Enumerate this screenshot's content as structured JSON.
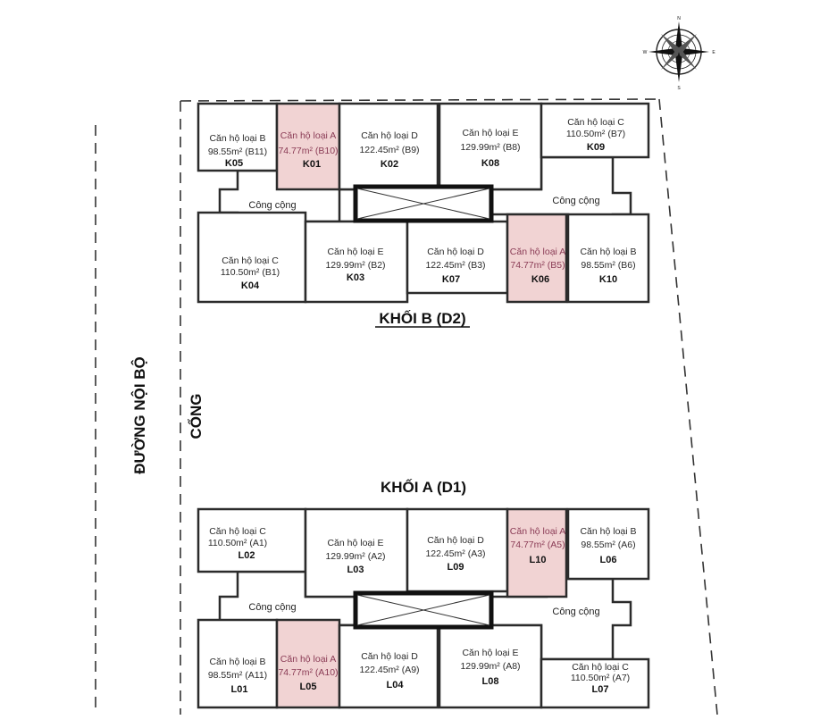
{
  "road_label": "ĐƯỜNG NỘI BỘ",
  "gate_label": "CỔNG",
  "compass": {
    "n": "N",
    "s": "S",
    "w": "W",
    "e": "E"
  },
  "blocks": {
    "b": {
      "title": "KHỐI B (D2)",
      "common_left": "Công cộng",
      "common_right": "Công cộng",
      "units": [
        {
          "code": "K05",
          "type": "Căn hộ loại B",
          "area": "98.55m² (B11)",
          "highlight": false
        },
        {
          "code": "K01",
          "type": "Căn hộ loại A",
          "area": "74.77m² (B10)",
          "highlight": true
        },
        {
          "code": "K02",
          "type": "Căn hộ loại D",
          "area": "122.45m² (B9)",
          "highlight": false
        },
        {
          "code": "K08",
          "type": "Căn hộ loại E",
          "area": "129.99m² (B8)",
          "highlight": false
        },
        {
          "code": "K09",
          "type": "Căn hộ loại C",
          "area": "110.50m² (B7)",
          "highlight": false
        },
        {
          "code": "K04",
          "type": "Căn hộ loại C",
          "area": "110.50m² (B1)",
          "highlight": false
        },
        {
          "code": "K03",
          "type": "Căn hộ loại E",
          "area": "129.99m² (B2)",
          "highlight": false
        },
        {
          "code": "K07",
          "type": "Căn hộ loại D",
          "area": "122.45m² (B3)",
          "highlight": false
        },
        {
          "code": "K06",
          "type": "Căn hộ loại A",
          "area": "74.77m² (B5)",
          "highlight": true
        },
        {
          "code": "K10",
          "type": "Căn hộ loại B",
          "area": "98.55m² (B6)",
          "highlight": false
        }
      ]
    },
    "a": {
      "title": "KHỐI A (D1)",
      "common_left": "Công cộng",
      "common_right": "Công cộng",
      "units": [
        {
          "code": "L02",
          "type": "Căn hộ loại C",
          "area": "110.50m² (A1)",
          "highlight": false
        },
        {
          "code": "L03",
          "type": "Căn hộ loại E",
          "area": "129.99m² (A2)",
          "highlight": false
        },
        {
          "code": "L09",
          "type": "Căn hộ loại D",
          "area": "122.45m² (A3)",
          "highlight": false
        },
        {
          "code": "L10",
          "type": "Căn hộ loại A",
          "area": "74.77m² (A5)",
          "highlight": true
        },
        {
          "code": "L06",
          "type": "Căn hộ loại B",
          "area": "98.55m² (A6)",
          "highlight": false
        },
        {
          "code": "L01",
          "type": "Căn hộ loại B",
          "area": "98.55m² (A11)",
          "highlight": false
        },
        {
          "code": "L05",
          "type": "Căn hộ loại A",
          "area": "74.77m² (A10)",
          "highlight": true
        },
        {
          "code": "L04",
          "type": "Căn hộ loại D",
          "area": "122.45m² (A9)",
          "highlight": false
        },
        {
          "code": "L08",
          "type": "Căn hộ loại E",
          "area": "129.99m² (A8)",
          "highlight": false
        },
        {
          "code": "L07",
          "type": "Căn hộ loại C",
          "area": "110.50m² (A7)",
          "highlight": false
        }
      ]
    }
  }
}
